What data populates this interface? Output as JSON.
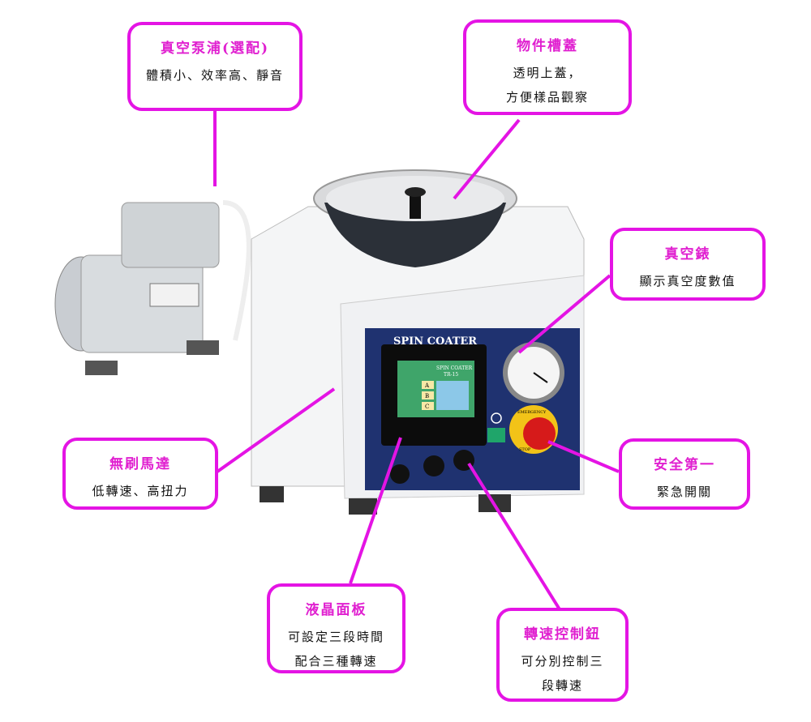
{
  "callouts": {
    "vacuum_pump": {
      "title": "真空泵浦(選配)",
      "lines": [
        "體積小、效率高、靜音"
      ]
    },
    "lid": {
      "title": "物件槽蓋",
      "lines": [
        "透明上蓋，",
        "方便樣品觀察"
      ]
    },
    "gauge": {
      "title": "真空錶",
      "lines": [
        "顯示真空度數值"
      ]
    },
    "motor": {
      "title": "無刷馬達",
      "lines": [
        "低轉速、高扭力"
      ]
    },
    "safety": {
      "title": "安全第一",
      "lines": [
        "緊急開關"
      ]
    },
    "lcd": {
      "title": "液晶面板",
      "lines": [
        "可設定三段時間",
        "配合三種轉速"
      ]
    },
    "speed_knob": {
      "title": "轉速控制鈕",
      "lines": [
        "可分別控制三",
        "段轉速"
      ]
    }
  },
  "machine": {
    "panel_label": "SPIN COATER",
    "screen_title": "SPIN COATER",
    "screen_model": "TR-15",
    "steps": [
      "A",
      "B",
      "C"
    ],
    "emergency_label": "EMERGENCY",
    "stop_label": "STOP"
  },
  "colors": {
    "accent": "#e414e4",
    "panel": "#1f3270"
  }
}
